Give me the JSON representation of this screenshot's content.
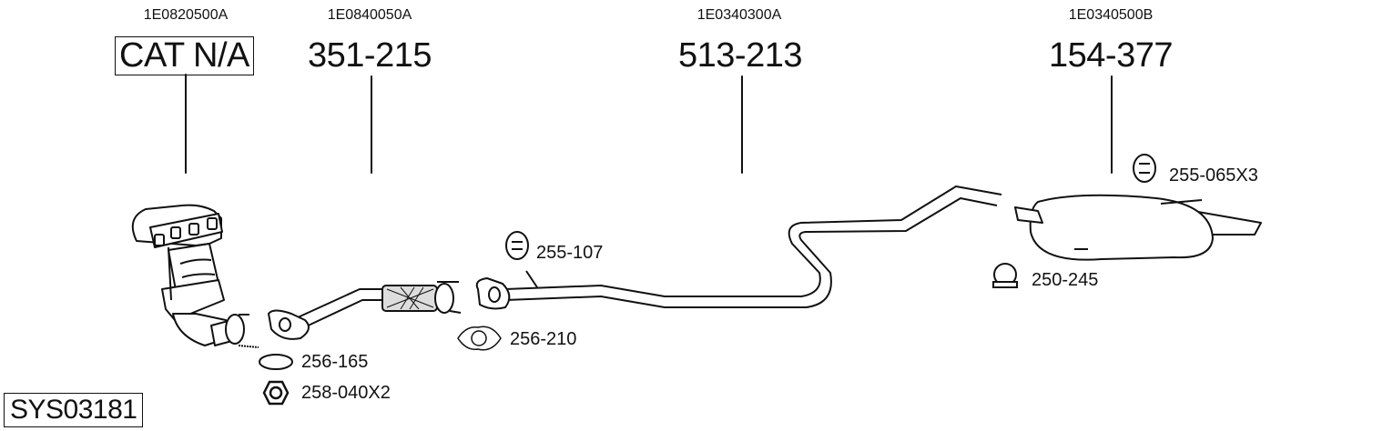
{
  "diagram": {
    "system_code": "SYS03181",
    "components": [
      {
        "oe_number": "1E0820500A",
        "part_number": "CAT N/A",
        "name": "catalytic-converter-manifold",
        "boxed": true
      },
      {
        "oe_number": "1E0840050A",
        "part_number": "351-215",
        "name": "front-pipe"
      },
      {
        "oe_number": "1E0340300A",
        "part_number": "513-213",
        "name": "middle-pipe"
      },
      {
        "oe_number": "1E0340500B",
        "part_number": "154-377",
        "name": "rear-silencer"
      }
    ],
    "accessories": [
      {
        "part_number": "256-165",
        "type": "ring-gasket"
      },
      {
        "part_number": "258-040X2",
        "type": "hex-nut"
      },
      {
        "part_number": "255-107",
        "type": "rubber-hanger"
      },
      {
        "part_number": "256-210",
        "type": "flange-gasket"
      },
      {
        "part_number": "255-065X3",
        "type": "rubber-hanger"
      },
      {
        "part_number": "250-245",
        "type": "u-clamp"
      }
    ]
  }
}
